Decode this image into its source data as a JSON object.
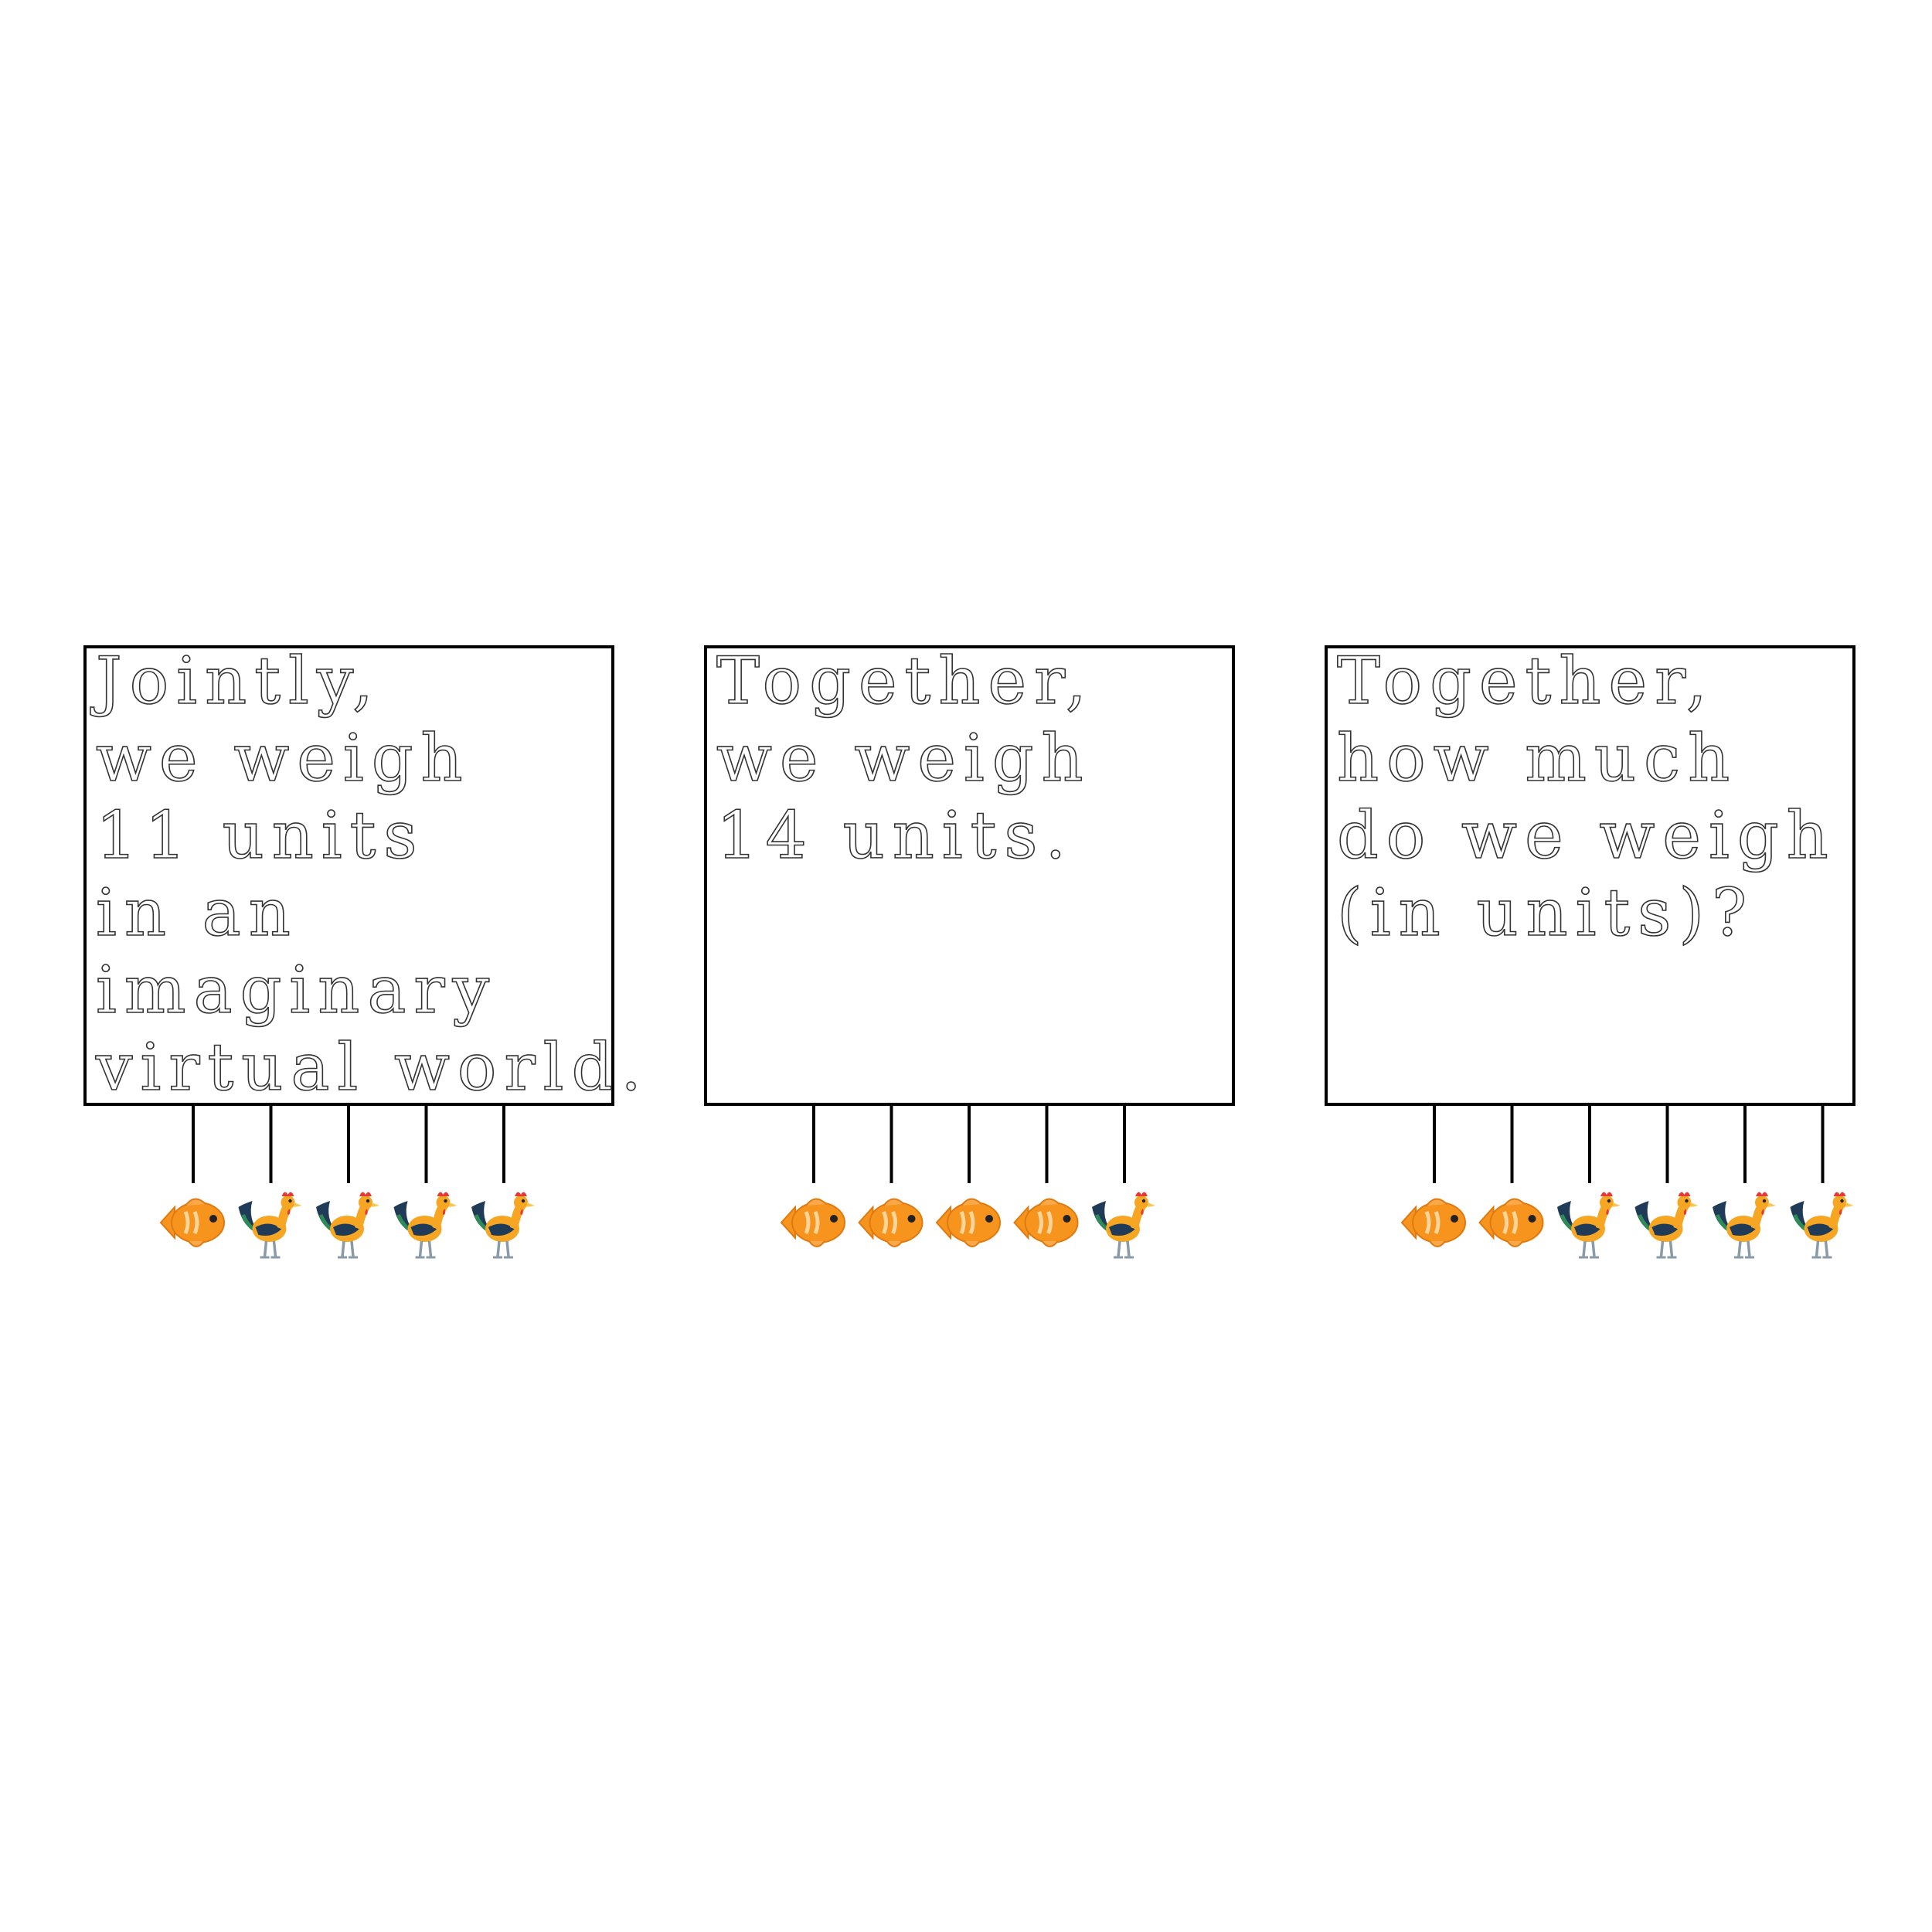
{
  "panels": [
    {
      "lines": [
        "Jointly,",
        "we weigh",
        "11 units",
        "in an",
        "imaginary",
        "virtual world."
      ],
      "items": [
        "goldfish",
        "rooster",
        "rooster",
        "rooster",
        "rooster"
      ]
    },
    {
      "lines": [
        "Together,",
        "we weigh",
        "14 units."
      ],
      "items": [
        "goldfish",
        "goldfish",
        "goldfish",
        "goldfish",
        "rooster"
      ]
    },
    {
      "lines": [
        "Together,",
        "how much",
        "do we weigh",
        "(in units)?"
      ],
      "items": [
        "goldfish",
        "goldfish",
        "rooster",
        "rooster",
        "rooster",
        "rooster"
      ]
    }
  ],
  "icons": {
    "goldfish": "goldfish-icon",
    "rooster": "rooster-icon"
  },
  "colors": {
    "outline": "#000000",
    "text": "#333333",
    "fish": "#F7941D",
    "fish_dark": "#E07A10",
    "rooster_body": "#F6A623",
    "rooster_tail": "#1F3B57",
    "rooster_comb": "#E53935"
  }
}
